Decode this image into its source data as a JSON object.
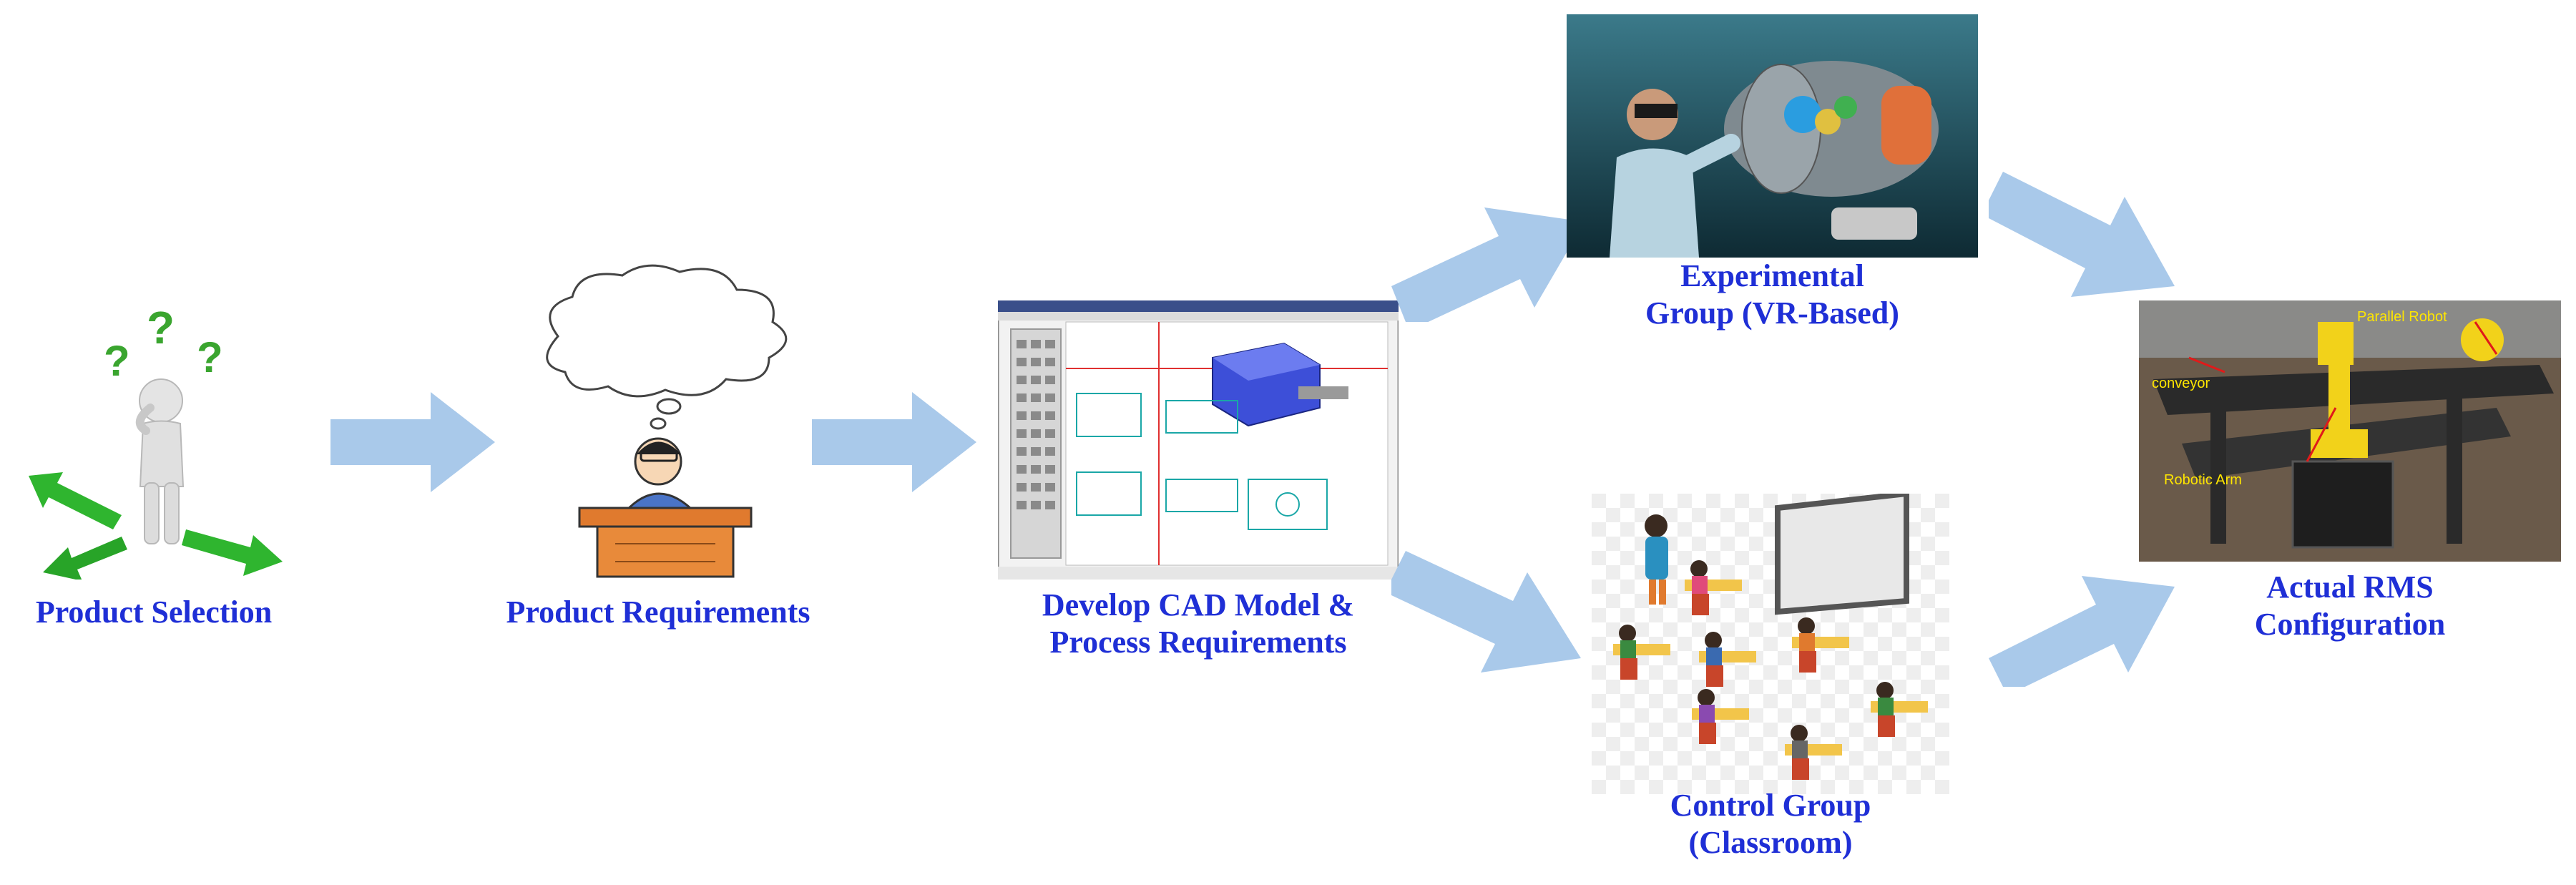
{
  "stages": {
    "product_selection": {
      "label": "Product Selection"
    },
    "product_requirements": {
      "label": "Product Requirements"
    },
    "cad_model": {
      "line1": "Develop CAD Model &",
      "line2": "Process Requirements"
    },
    "experimental_group": {
      "line1": "Experimental",
      "line2": "Group (VR-Based)"
    },
    "control_group": {
      "line1": "Control Group",
      "line2": "(Classroom)"
    },
    "actual_rms": {
      "line1": "Actual RMS",
      "line2": "Configuration",
      "photo_labels": {
        "parallel_robot": "Parallel Robot",
        "conveyor": "conveyor",
        "robotic_arm": "Robotic Arm"
      }
    }
  },
  "icons": [
    "question-figure-icon",
    "thinking-person-icon",
    "cad-window-icon",
    "vr-user-icon",
    "classroom-icon",
    "robot-cell-icon"
  ],
  "colors": {
    "label": "#1f2fd6",
    "arrow": "#a9c9ea",
    "green_arrow": "#2fb52f",
    "question": "#3aa52f",
    "desk": "#e07a2e"
  }
}
